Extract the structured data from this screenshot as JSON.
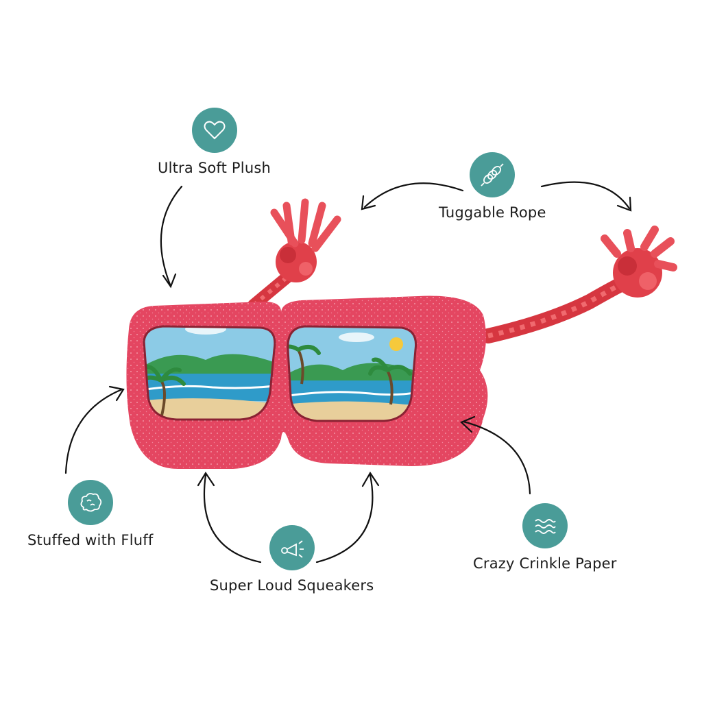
{
  "colors": {
    "badge": "#4a9c98",
    "frame": "#e44661",
    "rope": "#e03e48",
    "sky": "#8ccbe6",
    "sea": "#2f9bc9",
    "sand": "#e8cf9b",
    "hills": "#3a9a52"
  },
  "features": [
    {
      "label": "Ultra Soft Plush",
      "icon": "heart-icon"
    },
    {
      "label": "Tuggable Rope",
      "icon": "rope-icon"
    },
    {
      "label": "Stuffed with Fluff",
      "icon": "fluff-icon"
    },
    {
      "label": "Super Loud Squeakers",
      "icon": "squeaker-icon"
    },
    {
      "label": "Crazy Crinkle Paper",
      "icon": "crinkle-icon"
    }
  ]
}
